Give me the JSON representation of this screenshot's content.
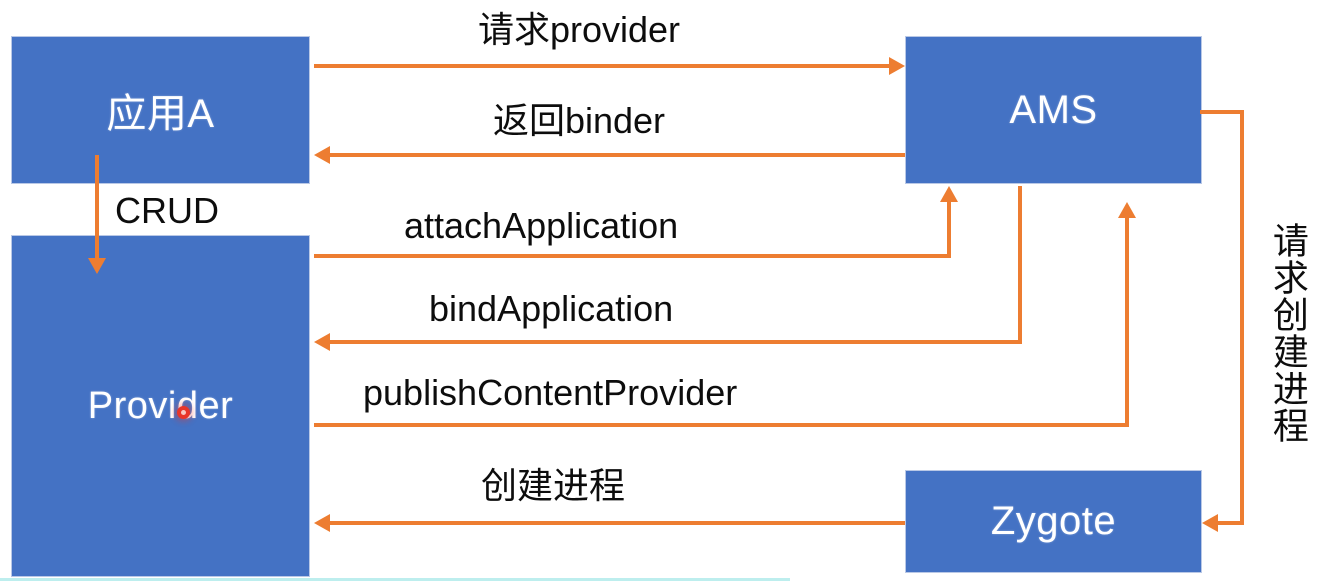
{
  "diagram": {
    "title": "Android ContentProvider / AMS / Zygote sequence",
    "colors": {
      "node_fill": "#4472C4",
      "node_text": "#FFFFFF",
      "connector": "#ED7D31",
      "label_text": "#0D0D0D",
      "background": "#FFFFFF",
      "cursor": "#E8352A",
      "bottom_accent": "#BDEEEE"
    },
    "nodes": [
      {
        "id": "app",
        "label": "应用A"
      },
      {
        "id": "provider",
        "label": "Provider"
      },
      {
        "id": "ams",
        "label": "AMS"
      },
      {
        "id": "zygote",
        "label": "Zygote"
      }
    ],
    "edges": [
      {
        "id": "request-provider",
        "label": "请求provider",
        "from": "app",
        "to": "ams",
        "direction": "right"
      },
      {
        "id": "return-binder",
        "label": "返回binder",
        "from": "ams",
        "to": "app",
        "direction": "left"
      },
      {
        "id": "crud",
        "label": "CRUD",
        "from": "app",
        "to": "provider",
        "direction": "down"
      },
      {
        "id": "attach-application",
        "label": "attachApplication",
        "from": "provider",
        "to": "ams",
        "direction": "right-up"
      },
      {
        "id": "bind-application",
        "label": "bindApplication",
        "from": "ams",
        "to": "provider",
        "direction": "down-left"
      },
      {
        "id": "publish-content-provider",
        "label": "publishContentProvider",
        "from": "provider",
        "to": "ams",
        "direction": "right-up"
      },
      {
        "id": "create-process",
        "label": "创建进程",
        "from": "zygote",
        "to": "provider",
        "direction": "left"
      },
      {
        "id": "request-create-process",
        "label": "请求创建进程",
        "from": "ams",
        "to": "zygote",
        "direction": "right-down-left"
      }
    ]
  }
}
